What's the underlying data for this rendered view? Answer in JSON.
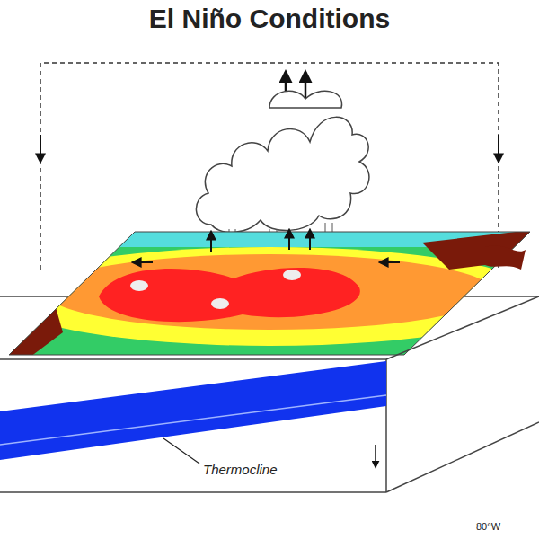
{
  "diagram": {
    "title": "El Niño Conditions",
    "labels": [
      "Thermocline",
      "80°W"
    ]
  }
}
